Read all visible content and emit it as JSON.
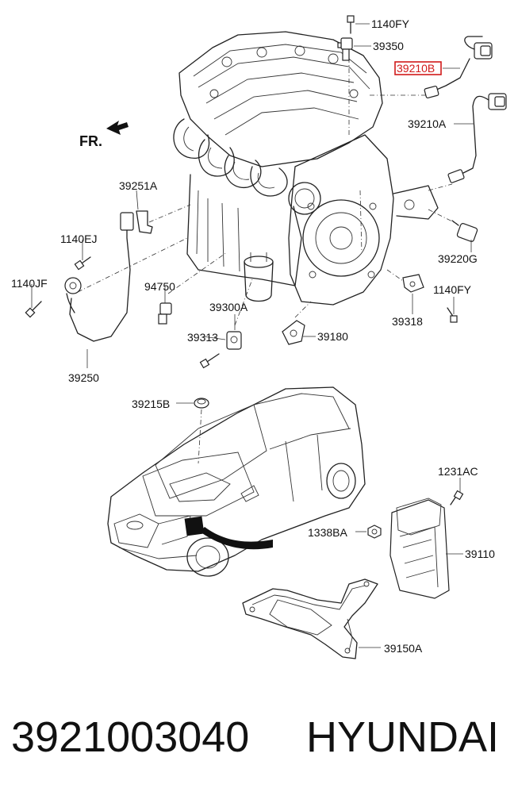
{
  "diagram": {
    "direction_label": "FR.",
    "labels": {
      "l_1140FY_top": "1140FY",
      "l_39350": "39350",
      "l_39210B": "39210B",
      "l_39210A": "39210A",
      "l_39251A": "39251A",
      "l_1140EJ": "1140EJ",
      "l_1140JF": "1140JF",
      "l_94750": "94750",
      "l_39300A": "39300A",
      "l_39313": "39313",
      "l_39180": "39180",
      "l_39220G": "39220G",
      "l_39318": "39318",
      "l_1140FY_mid": "1140FY",
      "l_39250": "39250",
      "l_39215B": "39215B",
      "l_1231AC": "1231AC",
      "l_1338BA": "1338BA",
      "l_39110": "39110",
      "l_39150A": "39150A"
    },
    "highlight_color": "#d11a1a"
  },
  "caption": {
    "part_number": "3921003040",
    "brand": "HYUNDAI"
  }
}
